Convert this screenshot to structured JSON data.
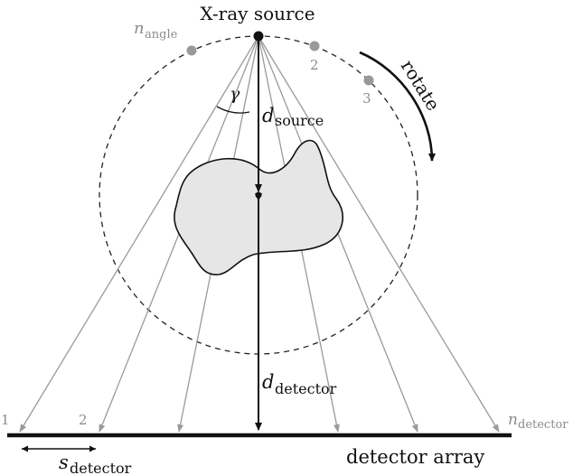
{
  "labels": {
    "source": "X-ray source",
    "n_angle_var": "n",
    "n_angle_sub": "angle",
    "angle_2": "2",
    "angle_3": "3",
    "rotate": "rotate",
    "gamma": "γ",
    "d_source_var": "d",
    "d_source_sub": "source",
    "d_detector_var": "d",
    "d_detector_sub": "detector",
    "detector_1": "1",
    "detector_2": "2",
    "n_detector_var": "n",
    "n_detector_sub": "detector",
    "detector_array": "detector array",
    "s_detector_var": "s",
    "s_detector_sub": "detector"
  },
  "colors": {
    "ray": "#9a9a9a",
    "object_fill": "#e6e6e6",
    "marker": "#999999",
    "ink": "#111111"
  }
}
